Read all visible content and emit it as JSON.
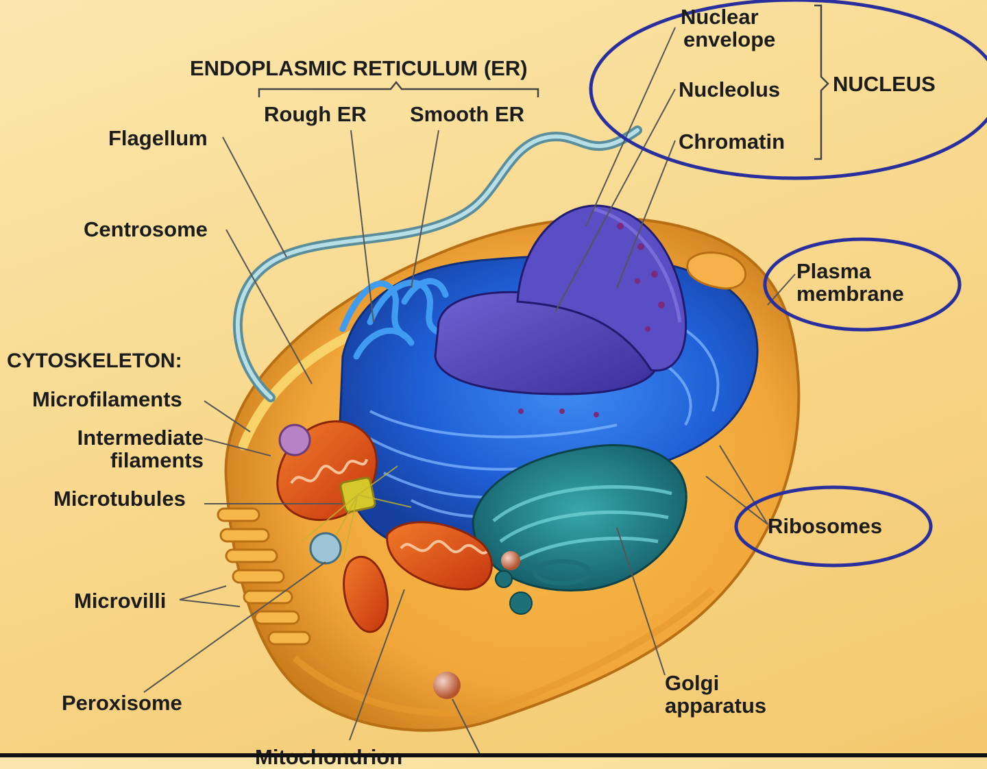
{
  "labels": {
    "er_header": "ENDOPLASMIC RETICULUM (ER)",
    "rough_er": "Rough ER",
    "smooth_er": "Smooth ER",
    "flagellum": "Flagellum",
    "centrosome": "Centrosome",
    "cytoskeleton": "CYTOSKELETON:",
    "microfilaments": "Microfilaments",
    "intermediate_filaments": [
      "Intermediate",
      "filaments"
    ],
    "microtubules": "Microtubules",
    "microvilli": "Microvilli",
    "peroxisome": "Peroxisome",
    "mitochondrion": "Mitochondrion",
    "nuclear_envelope": [
      "Nuclear",
      "envelope"
    ],
    "nucleolus": "Nucleolus",
    "chromatin": "Chromatin",
    "nucleus": "NUCLEUS",
    "plasma_membrane": [
      "Plasma",
      "membrane"
    ],
    "ribosomes": "Ribosomes",
    "golgi_apparatus": [
      "Golgi",
      "apparatus"
    ]
  },
  "colors": {
    "background": "#f8d98e",
    "highlight_ellipse": "#2a2f9e",
    "cell_body": "#f2a93b",
    "er": "#1f5fd6",
    "nucleus": "#4b3fb3",
    "golgi": "#1f7f86",
    "mitochondria": "#e8531e",
    "leader_line": "#555555"
  }
}
